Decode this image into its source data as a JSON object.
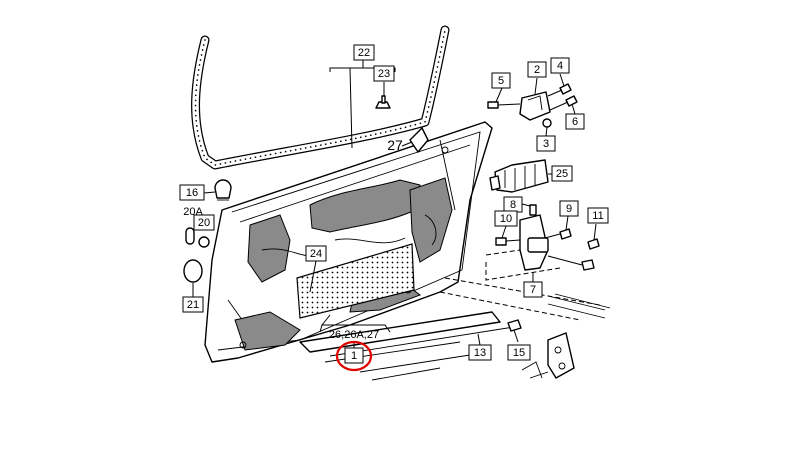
{
  "diagram": {
    "labels": {
      "l22": "22",
      "l23": "23",
      "l27": "27",
      "l5": "5",
      "l2": "2",
      "l4": "4",
      "l6": "6",
      "l3": "3",
      "l16": "16",
      "l20a": "20A",
      "l20": "20",
      "l24": "24",
      "l25": "25",
      "l8": "8",
      "l10": "10",
      "l9": "9",
      "l11": "11",
      "l7": "7",
      "l21": "21",
      "l26": "26,26A,27",
      "l1": "1",
      "l13": "13",
      "l15": "15"
    },
    "highlight_color": "#e00000"
  }
}
